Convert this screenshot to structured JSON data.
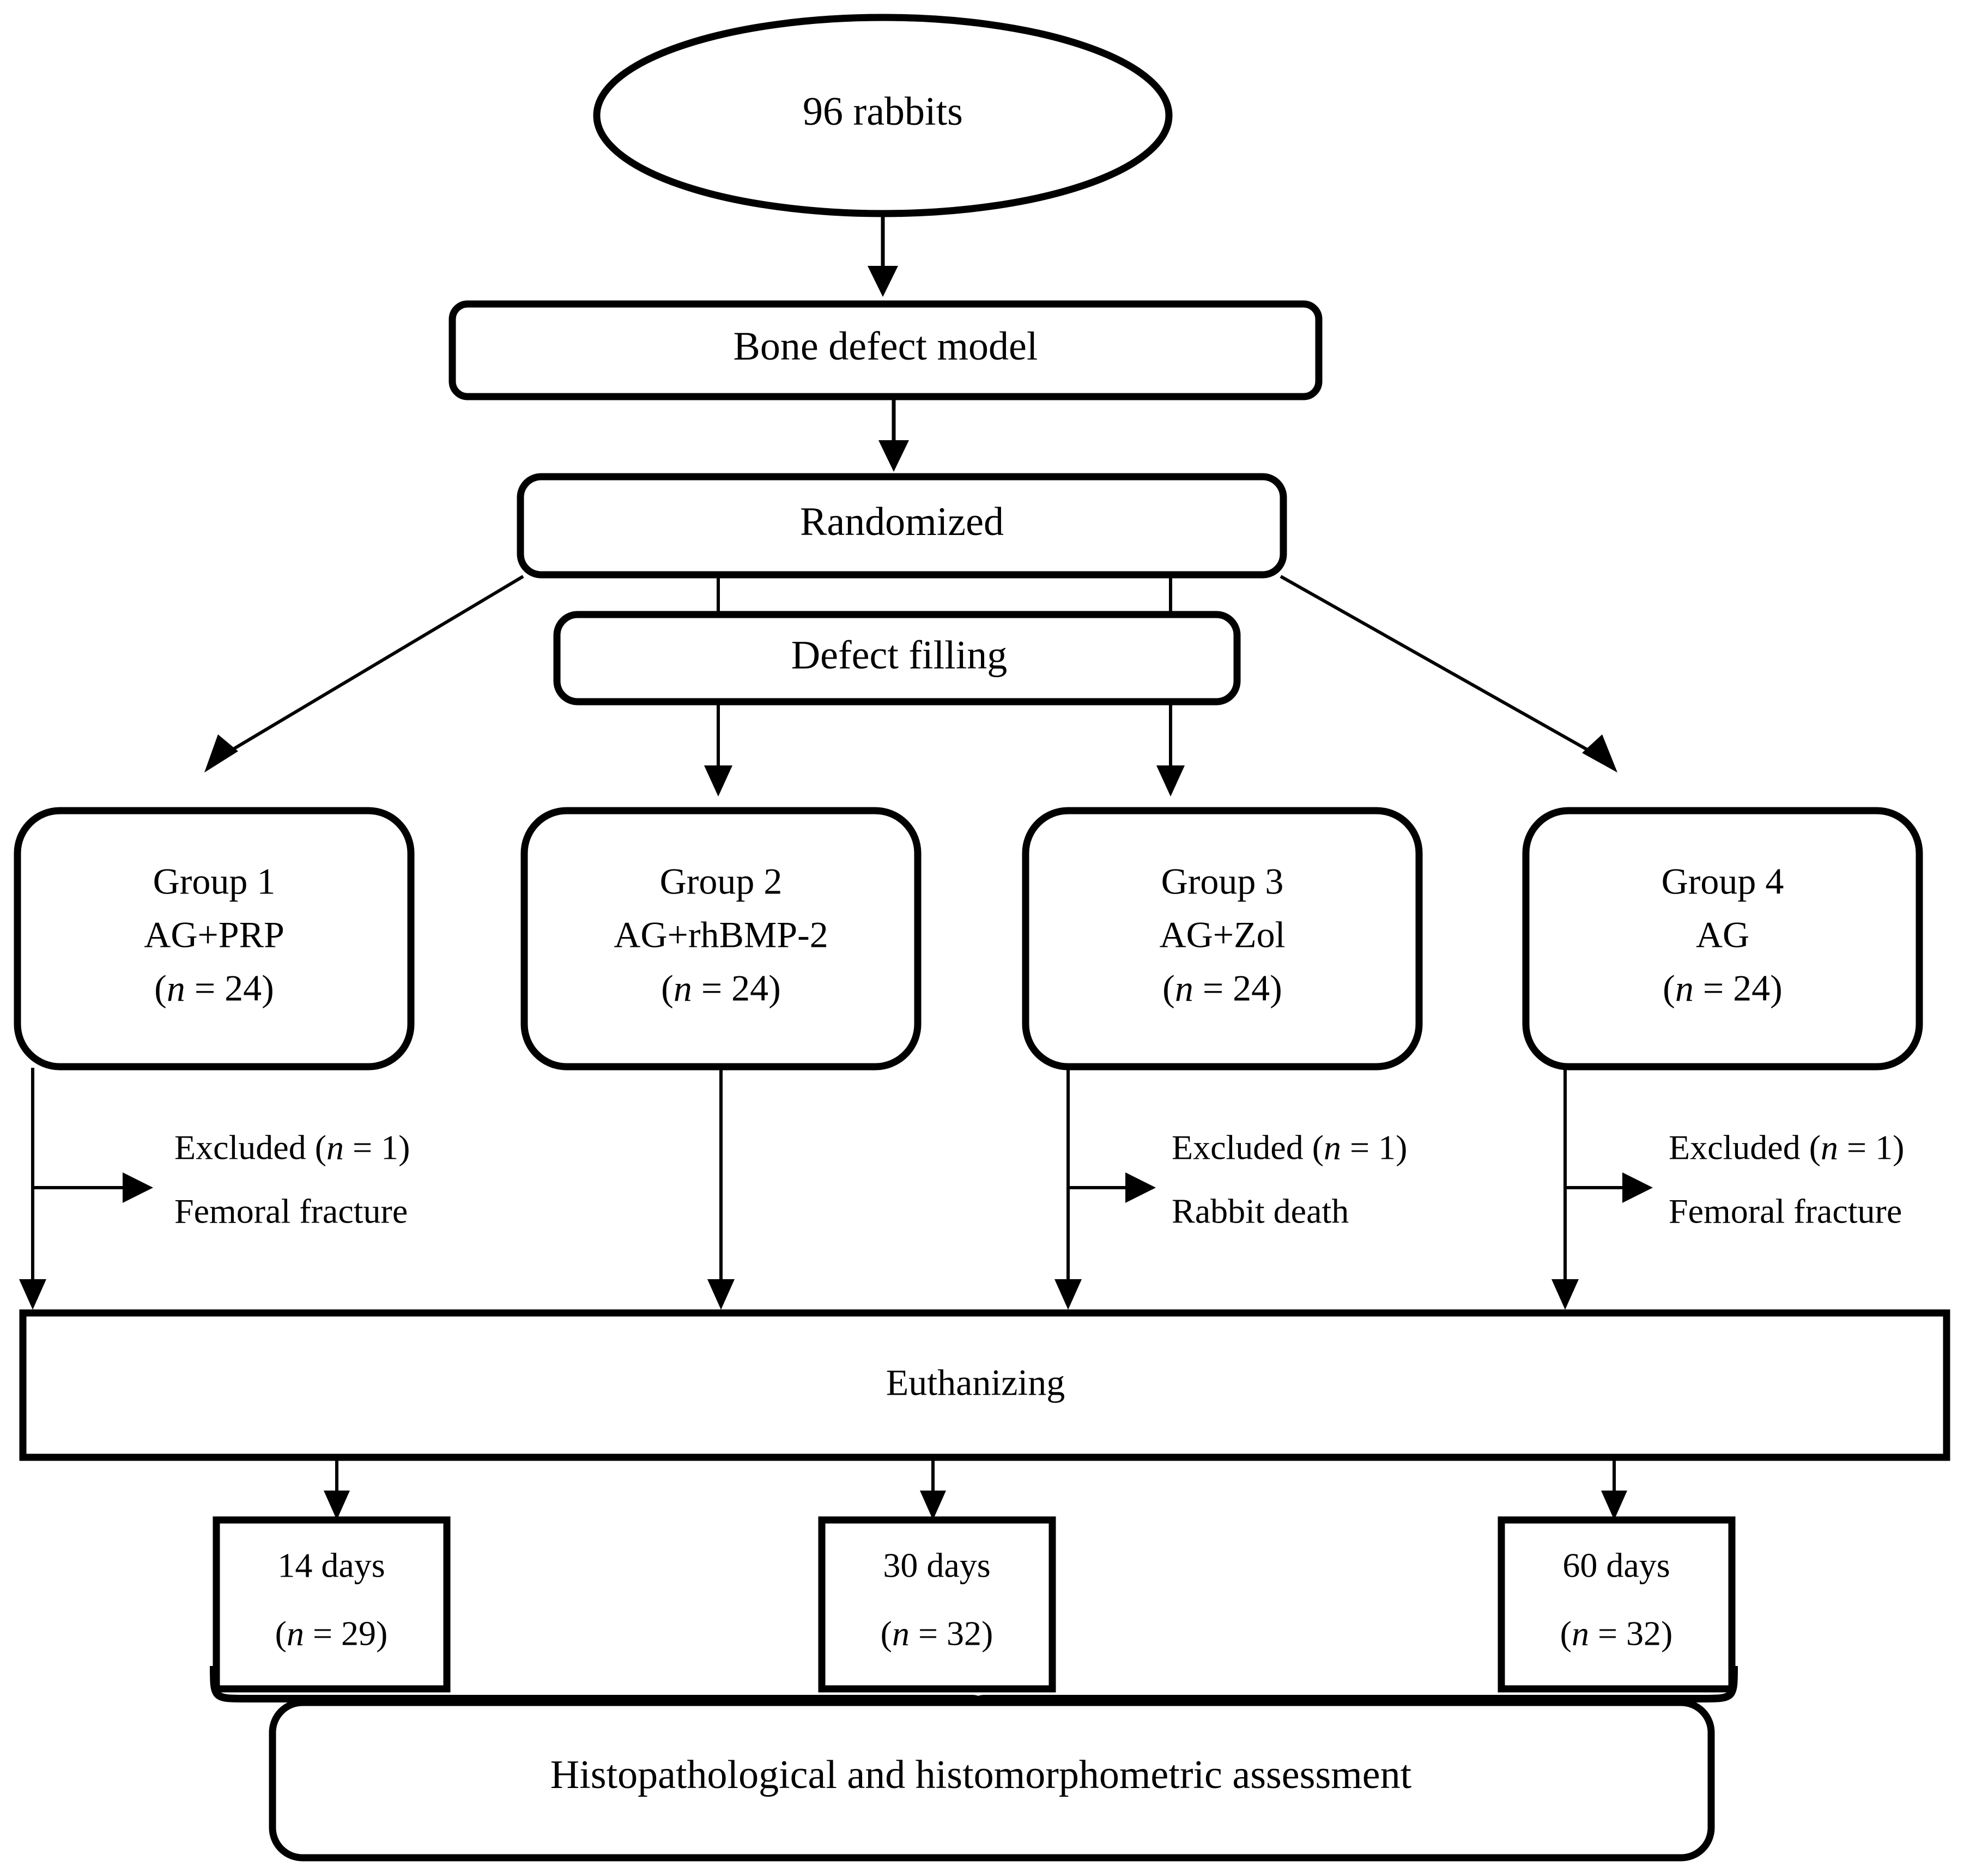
{
  "diagram": {
    "type": "study-flowchart",
    "nodes": {
      "population": {
        "label": "96 rabbits"
      },
      "model": {
        "label": "Bone defect model"
      },
      "randomized": {
        "label": "Randomized"
      },
      "defect_filling": {
        "label": "Defect filling"
      },
      "groups": [
        {
          "name": "Group 1",
          "treatment": "AG+PRP",
          "n": "(n = 24)",
          "n_italic": "n",
          "n_rest": " = 24)"
        },
        {
          "name": "Group 2",
          "treatment": "AG+rhBMP-2",
          "n": "(n = 24)",
          "n_italic": "n",
          "n_rest": " = 24)"
        },
        {
          "name": "Group 3",
          "treatment": "AG+Zol",
          "n": "(n = 24)",
          "n_italic": "n",
          "n_rest": " = 24)"
        },
        {
          "name": "Group 4",
          "treatment": "AG",
          "n": "(n = 24)",
          "n_italic": "n",
          "n_rest": " = 24)"
        }
      ],
      "exclusions": [
        {
          "line1_pre": "Excluded (",
          "line1_italic": "n",
          "line1_post": " = 1)",
          "line2": "Femoral fracture"
        },
        {
          "line1_pre": "Excluded (",
          "line1_italic": "n",
          "line1_post": " = 1)",
          "line2": "Rabbit death"
        },
        {
          "line1_pre": "Excluded (",
          "line1_italic": "n",
          "line1_post": " = 1)",
          "line2": "Femoral fracture"
        }
      ],
      "euthanizing": {
        "label": "Euthanizing"
      },
      "timepoints": [
        {
          "label": "14 days",
          "n_pre": "(",
          "n_italic": "n",
          "n_post": " = 29)"
        },
        {
          "label": "30 days",
          "n_pre": "(",
          "n_italic": "n",
          "n_post": " = 32)"
        },
        {
          "label": "60 days",
          "n_pre": "(",
          "n_italic": "n",
          "n_post": " = 32)"
        }
      ],
      "assessment": {
        "label": "Histopathological and histomorphometric  assessment"
      }
    },
    "colors": {
      "stroke": "#000000",
      "fill": "#ffffff",
      "text": "#000000"
    }
  }
}
